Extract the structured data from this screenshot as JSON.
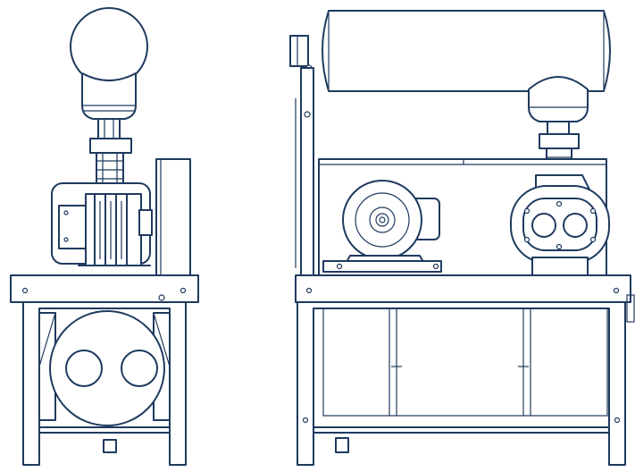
{
  "drawing": {
    "line_color": "#1f3a5f",
    "background": "#ffffff",
    "views": [
      {
        "name": "end-view",
        "components": [
          "intake-silencer-end",
          "blower-end",
          "v-belt-guard-end",
          "base-frame-end",
          "discharge-silencer-end"
        ]
      },
      {
        "name": "side-view",
        "components": [
          "intake-silencer-side",
          "motor-side",
          "blower-side",
          "belt-guard-side",
          "base-frame-side"
        ]
      }
    ]
  }
}
